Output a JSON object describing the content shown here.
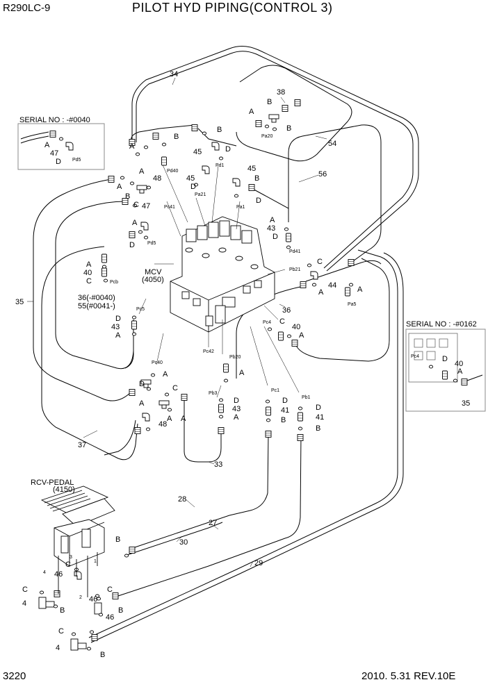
{
  "header": {
    "model": "R290LC-9",
    "title": "PILOT HYD PIPING(CONTROL 3)"
  },
  "footer": {
    "page": "3220",
    "revision": "2010. 5.31  REV.10E"
  },
  "serials": {
    "left": "SERIAL NO : -#0040",
    "right": "SERIAL NO : -#0162"
  },
  "mcv": {
    "name": "MCV",
    "code": "(4050)"
  },
  "rcv": {
    "name": "RCV-PEDAL",
    "code": "(4150)"
  },
  "hose_notes": {
    "serial_a": "36(-#0040)",
    "serial_b": "55(#0041-)"
  },
  "callouts": {
    "n27": "27",
    "n28": "28",
    "n29": "29",
    "n30": "30",
    "n33": "33",
    "n34": "34",
    "n35": "35",
    "n36": "36",
    "n37": "37",
    "n38": "38",
    "n40": "40",
    "n41": "41",
    "n43": "43",
    "n44": "44",
    "n45": "45",
    "n46": "46",
    "n47": "47",
    "n48": "48",
    "n54": "54",
    "n56": "56",
    "n4": "4",
    "A": "A",
    "B": "B",
    "C": "C",
    "D": "D"
  },
  "ports": {
    "pd5": "Pd5",
    "pd40": "Pd40",
    "pd1": "Pd1",
    "pa21": "Pa21",
    "pa20": "Pa20",
    "pa1": "Pa1",
    "pd41": "Pd41",
    "pc41": "Pc41",
    "pd5b": "Pd5",
    "pcb": "Pcb",
    "pb21": "Pb21",
    "pa5": "Pa5",
    "pc5": "Pc5",
    "pc42": "Pc42",
    "pb20": "Pb20",
    "pc40": "Pc40",
    "pb3": "Pb3",
    "pc1": "Pc1",
    "pb1": "Pb1",
    "pc4": "Pc4",
    "pc4b": "Pc4"
  },
  "rcv_ports": {
    "p1": "1",
    "p2": "2",
    "p3": "3",
    "p4": "4"
  }
}
